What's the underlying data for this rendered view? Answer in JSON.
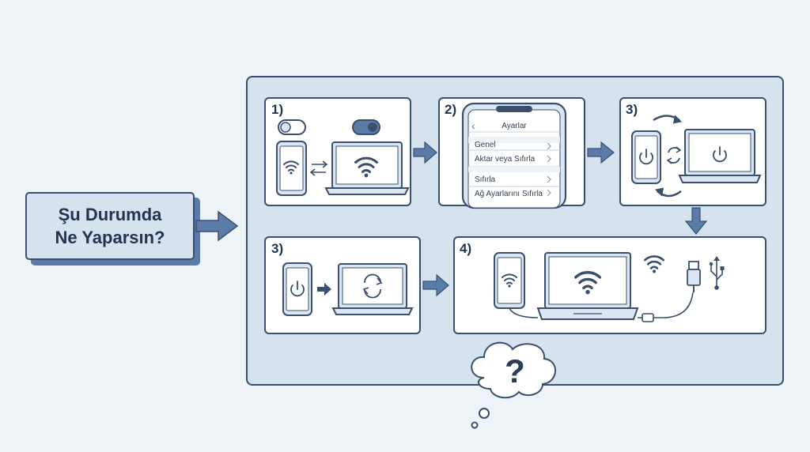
{
  "title": {
    "line1": "Şu Durumda",
    "line2": "Ne Yaparsın?"
  },
  "steps": [
    {
      "label": "1)"
    },
    {
      "label": "2)"
    },
    {
      "label": "3)"
    },
    {
      "label": "3)"
    },
    {
      "label": "4)"
    }
  ],
  "settings_screen": {
    "header": "Ayarlar",
    "back_glyph": "‹",
    "items": [
      "Genel",
      "Aktar veya Sıfırla",
      "Sıfırla",
      "Ağ Ayarlarını Sıfırla"
    ]
  },
  "thought_bubble": {
    "symbol": "?"
  },
  "icons": [
    "toggle-off-icon",
    "toggle-on-icon",
    "phone-wifi-icon",
    "laptop-wifi-icon",
    "transfer-arrows-icon",
    "phone-power-icon",
    "laptop-power-icon",
    "restart-cycle-icon",
    "laptop-sync-icon",
    "wifi-icon",
    "usb-cable-icon",
    "usb-symbol-icon"
  ],
  "colors": {
    "background": "#eef3f8",
    "container": "#d7e2ef",
    "stroke": "#3a4f6e",
    "accent": "#5b7ba8",
    "screen": "#dbe6f2"
  }
}
